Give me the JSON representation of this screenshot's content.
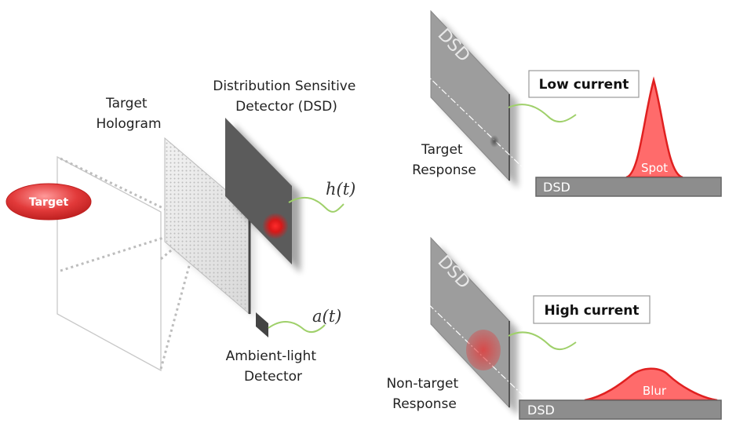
{
  "left": {
    "target_label": "Target",
    "hologram_label_lines": [
      "Target",
      "Hologram"
    ],
    "dsd_label_lines": [
      "Distribution Sensitive",
      "Detector (DSD)"
    ],
    "h_signal": "h(t)",
    "a_signal": "a(t)",
    "ambient_label_lines": [
      "Ambient-light",
      "Detector"
    ]
  },
  "top_right": {
    "panel_text": "DSD",
    "response_label_lines": [
      "Target",
      "Response"
    ],
    "current_label": "Low current",
    "base_label": "DSD",
    "curve_label": "Spot"
  },
  "bottom_right": {
    "panel_text": "DSD",
    "response_label_lines": [
      "Non-target",
      "Response"
    ],
    "current_label": "High current",
    "base_label": "DSD",
    "curve_label": "Blur"
  },
  "colors": {
    "accent_red": "#ee2a2a",
    "panel_dark": "#555555",
    "panel_gray": "#9b9b9b",
    "signal_green": "#8cc63f",
    "base_bar": "#8a8a8a"
  }
}
